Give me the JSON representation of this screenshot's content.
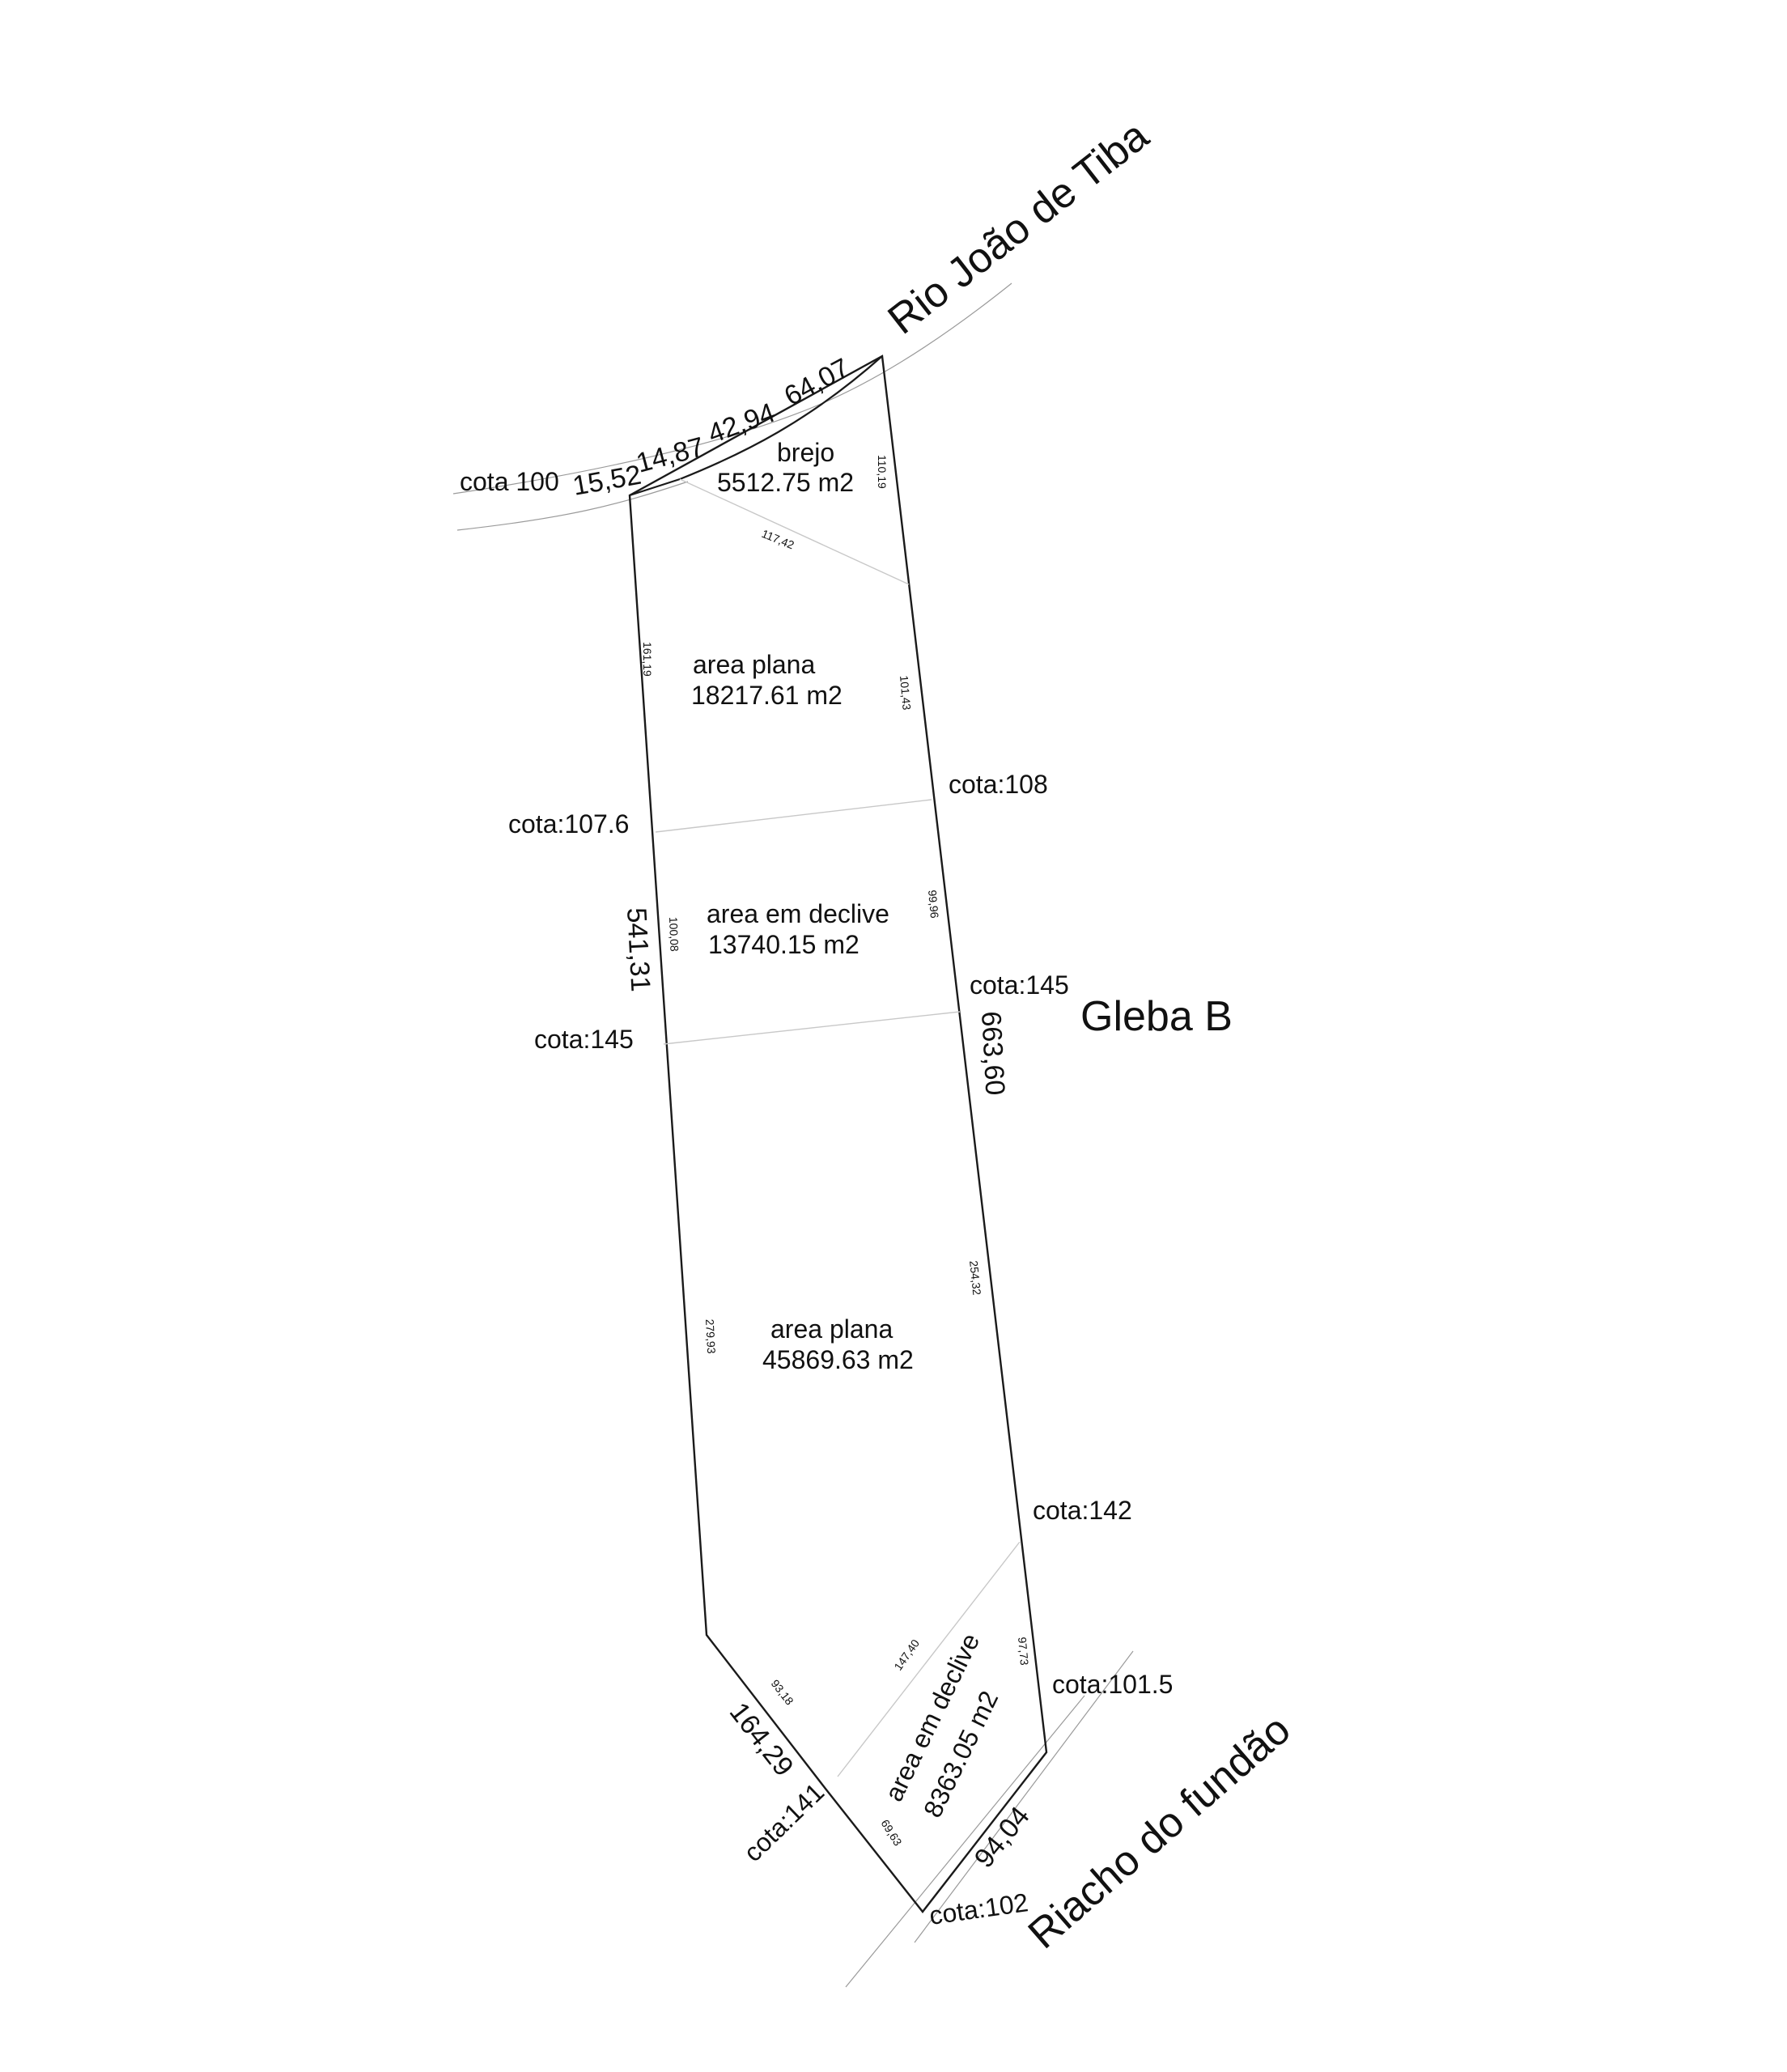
{
  "titles": {
    "river_top": "Rio João de Tiba",
    "river_bottom": "Riacho do fundão",
    "gleba": "Gleba B"
  },
  "zones": {
    "brejo": {
      "name": "brejo",
      "area": "5512.75 m2"
    },
    "plana_top": {
      "name": "area plana",
      "area": "18217.61 m2"
    },
    "declive_mid": {
      "name": "area em declive",
      "area": "13740.15 m2"
    },
    "plana_bottom": {
      "name": "area plana",
      "area": "45869.63 m2"
    },
    "declive_bottom": {
      "name": "area em declive",
      "area": "8363.05 m2"
    }
  },
  "elevations": {
    "top_left": "cota 100",
    "right_108": "cota:108",
    "left_107_6": "cota:107.6",
    "right_145": "cota:145",
    "left_145": "cota:145",
    "right_142": "cota:142",
    "right_101_5": "cota:101.5",
    "left_141": "cota:141",
    "bottom_102": "cota:102"
  },
  "measures": {
    "top_15_52": "15,52",
    "top_14_87": "14,87",
    "top_42_94": "42,94",
    "top_64_07": "64,07",
    "left_total": "541,31",
    "right_total": "663,60",
    "bottom_left": "164,29",
    "bottom_right": "94,04",
    "seg_110_19": "110,19",
    "seg_117_42": "117,42",
    "seg_161_19": "161,19",
    "seg_101_43": "101,43",
    "seg_100_08": "100,08",
    "seg_99_96": "99,96",
    "seg_254_32": "254,32",
    "seg_279_93": "279,93",
    "seg_147_40": "147,40",
    "seg_97_73": "97,73",
    "seg_93_18": "93,18",
    "seg_69_63": "69,63"
  }
}
